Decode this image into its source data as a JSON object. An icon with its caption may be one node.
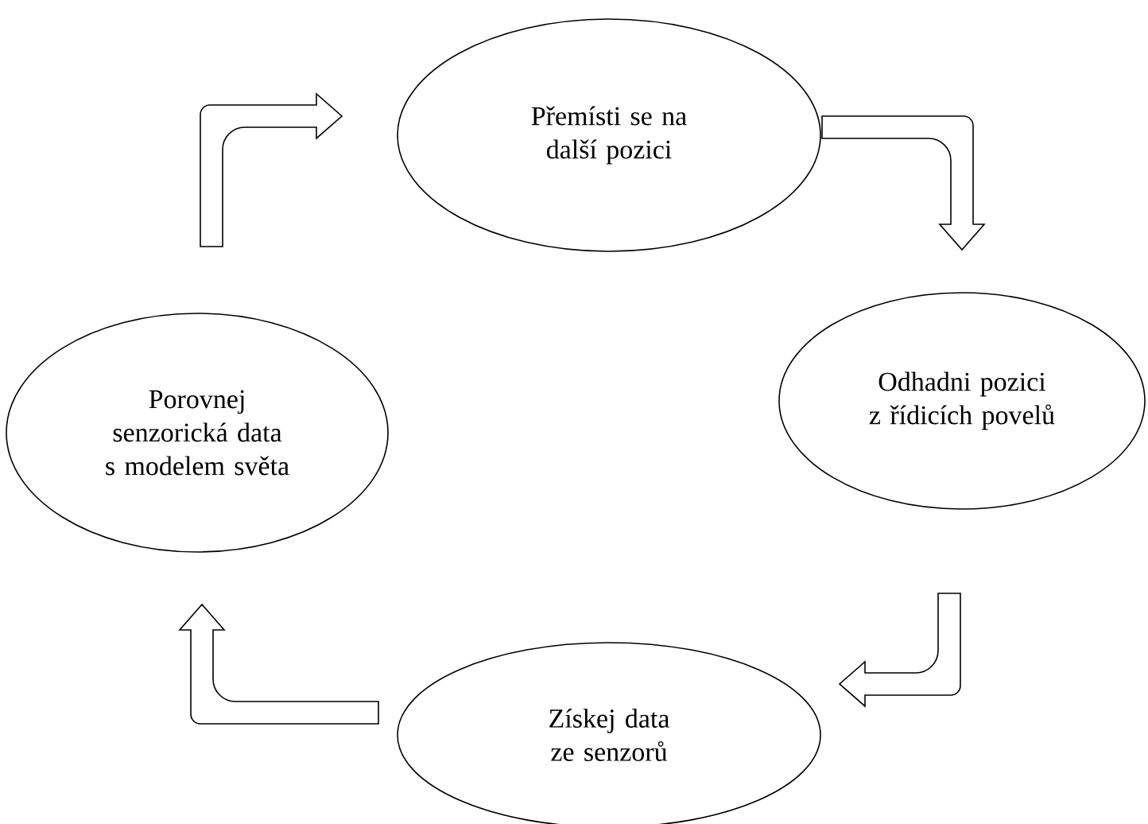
{
  "diagram": {
    "nodes": [
      {
        "text": [
          "Přemísti se na další pozici"
        ]
      },
      {
        "text": [
          "Odhadni pozici z řídicích povelů"
        ]
      },
      {
        "text": [
          "Získej data ze senzorů"
        ]
      },
      {
        "text": [
          "Porovnej senzorická data s modelem světa"
        ]
      }
    ],
    "edges": [
      {
        "from": 3,
        "to": 0,
        "arrow": "to"
      },
      {
        "from": 0,
        "to": 1,
        "arrow": "to"
      },
      {
        "from": 1,
        "to": 2,
        "arrow": "to"
      },
      {
        "from": 2,
        "to": 3,
        "arrow": "to"
      }
    ]
  }
}
